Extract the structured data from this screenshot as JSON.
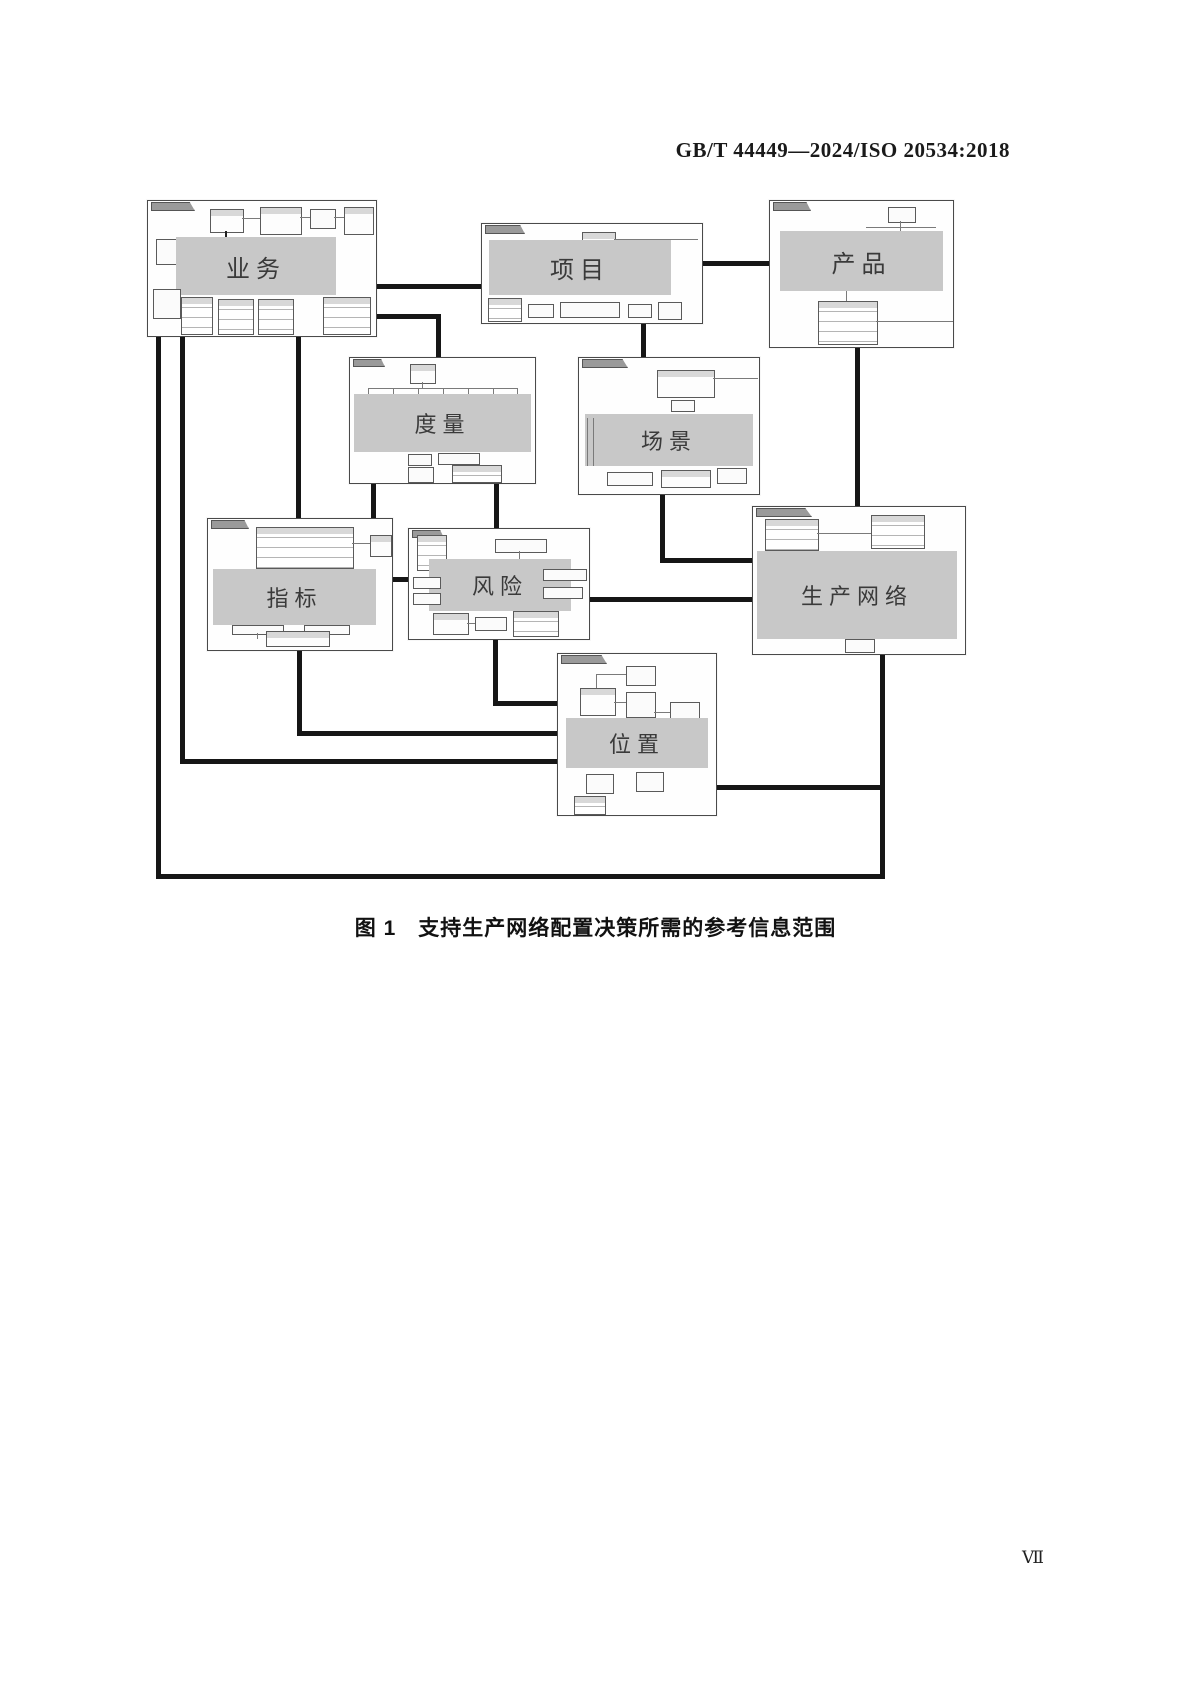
{
  "page": {
    "header": "GB/T 44449—2024/ISO 20534:2018",
    "figure_caption": "图 1　支持生产网络配置决策所需的参考信息范围",
    "page_number": "Ⅶ"
  },
  "diagram": {
    "panels": [
      {
        "id": "business",
        "label": "业务"
      },
      {
        "id": "project",
        "label": "项目"
      },
      {
        "id": "product",
        "label": "产品"
      },
      {
        "id": "measurement",
        "label": "度量"
      },
      {
        "id": "scenario",
        "label": "场景"
      },
      {
        "id": "indicator",
        "label": "指标"
      },
      {
        "id": "risk",
        "label": "风险"
      },
      {
        "id": "production-network",
        "label": "生产网络"
      },
      {
        "id": "location",
        "label": "位置"
      }
    ],
    "colors": {
      "panel_border": "#4a4a4a",
      "label_background": "#c8c8c8",
      "label_text": "#3a3a3a",
      "connector": "#161616"
    }
  }
}
